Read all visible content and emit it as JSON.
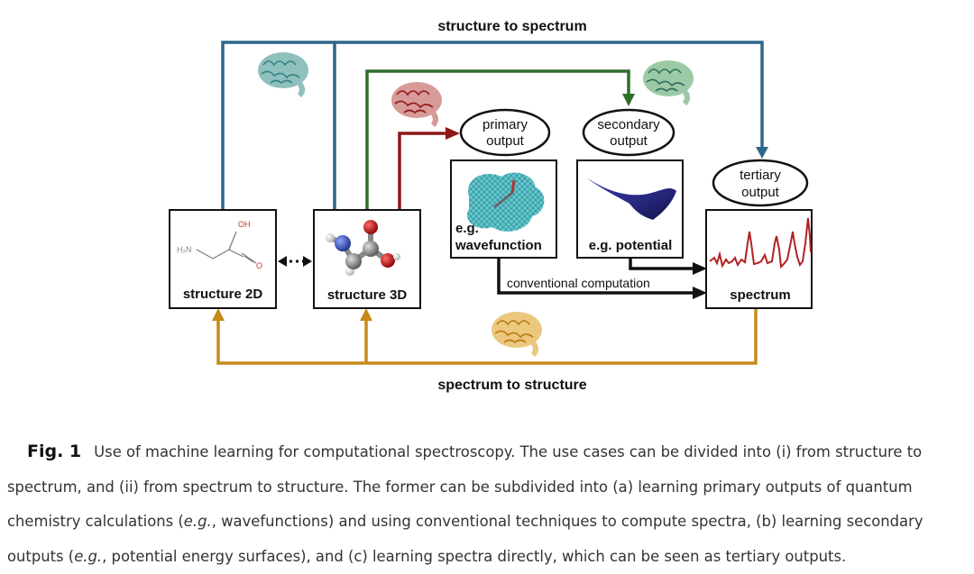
{
  "figure": {
    "top_arrow_label": "structure to spectrum",
    "bottom_arrow_label": "spectrum to structure",
    "boxes": {
      "structure_2d": "structure 2D",
      "structure_3d": "structure 3D",
      "wavefunction_prefix": "e.g.",
      "wavefunction": "wavefunction",
      "potential": "e.g. potential",
      "spectrum": "spectrum"
    },
    "molecule_2d": {
      "oh_label": "OH",
      "nh2_label": "H₂N",
      "o_label": "O"
    },
    "ellipses": {
      "primary_line1": "primary",
      "primary_line2": "output",
      "secondary_line1": "secondary",
      "secondary_line2": "output",
      "tertiary_line1": "tertiary",
      "tertiary_line2": "output"
    },
    "conventional_label": "conventional computation",
    "colors": {
      "blue": "#2e6689",
      "green": "#2f6e2a",
      "red": "#8f1616",
      "orange": "#c78a18",
      "spectrum_red": "#b22222",
      "surface_blue": "#26277c",
      "cloud_cyan": "#4bbcc4"
    },
    "icons": [
      "brain-icon-blue",
      "brain-icon-red",
      "brain-icon-green",
      "brain-icon-orange"
    ]
  },
  "caption": {
    "label": "Fig. 1",
    "text": "Use of machine learning for computational spectroscopy. The use cases can be divided into (i) from structure to spectrum, and (ii) from spectrum to structure. The former can be subdivided into (a) learning primary outputs of quantum chemistry calculations (e.g., wavefunctions) and using conventional techniques to compute spectra, (b) learning secondary outputs (e.g., potential energy surfaces), and (c) learning spectra directly, which can be seen as tertiary outputs."
  }
}
